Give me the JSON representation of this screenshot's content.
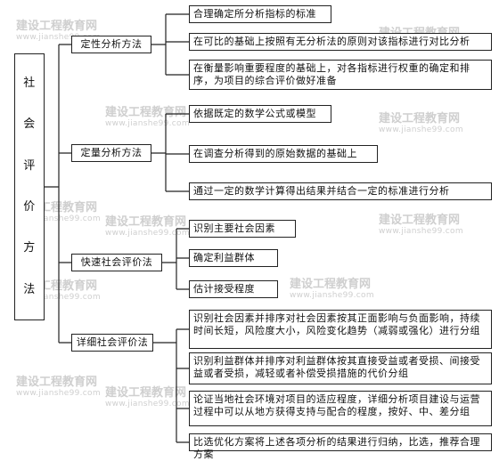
{
  "root": {
    "chars": [
      "社",
      "会",
      "评",
      "价",
      "方",
      "法"
    ]
  },
  "categories": [
    {
      "label": "定性分析方法",
      "items": [
        "合理确定所分析指标的标准",
        "在可比的基础上按照有无分析法的原则对该指标进行对比分析",
        "在衡量影响重要程度的基础上，对各指标进行权重的确定和排序，为项目的综合评价做好准备"
      ]
    },
    {
      "label": "定量分析方法",
      "items": [
        "依据既定的数学公式或模型",
        "在调查分析得到的原始数据的基础上",
        "通过一定的数学计算得出结果并结合一定的标准进行分析"
      ]
    },
    {
      "label": "快速社会评价法",
      "items": [
        "识别主要社会因素",
        "确定利益群体",
        "估计接受程度"
      ]
    },
    {
      "label": "详细社会评价法",
      "items": [
        "识别社会因素并排序对社会因素按其正面影响与负面影响，持续时间长短，风险度大小，风险变化趋势（减弱或强化）进行分组",
        "识别利益群体并排序对利益群体按其直接受益或者受损、间接受益或者受损，减轻或者补偿受损措施的代价分组",
        "论证当地社会环境对项目的适应程度，详细分析项目建设与运营过程中可以从地方获得支持与配合的程度，按好、中、差分组",
        "比选优化方案将上述各项分析的结果进行归纳，比选，推荐合理方案"
      ]
    }
  ],
  "watermarks": [
    {
      "title": "建设工程教育网",
      "url": "www.jianshe99.com"
    }
  ]
}
